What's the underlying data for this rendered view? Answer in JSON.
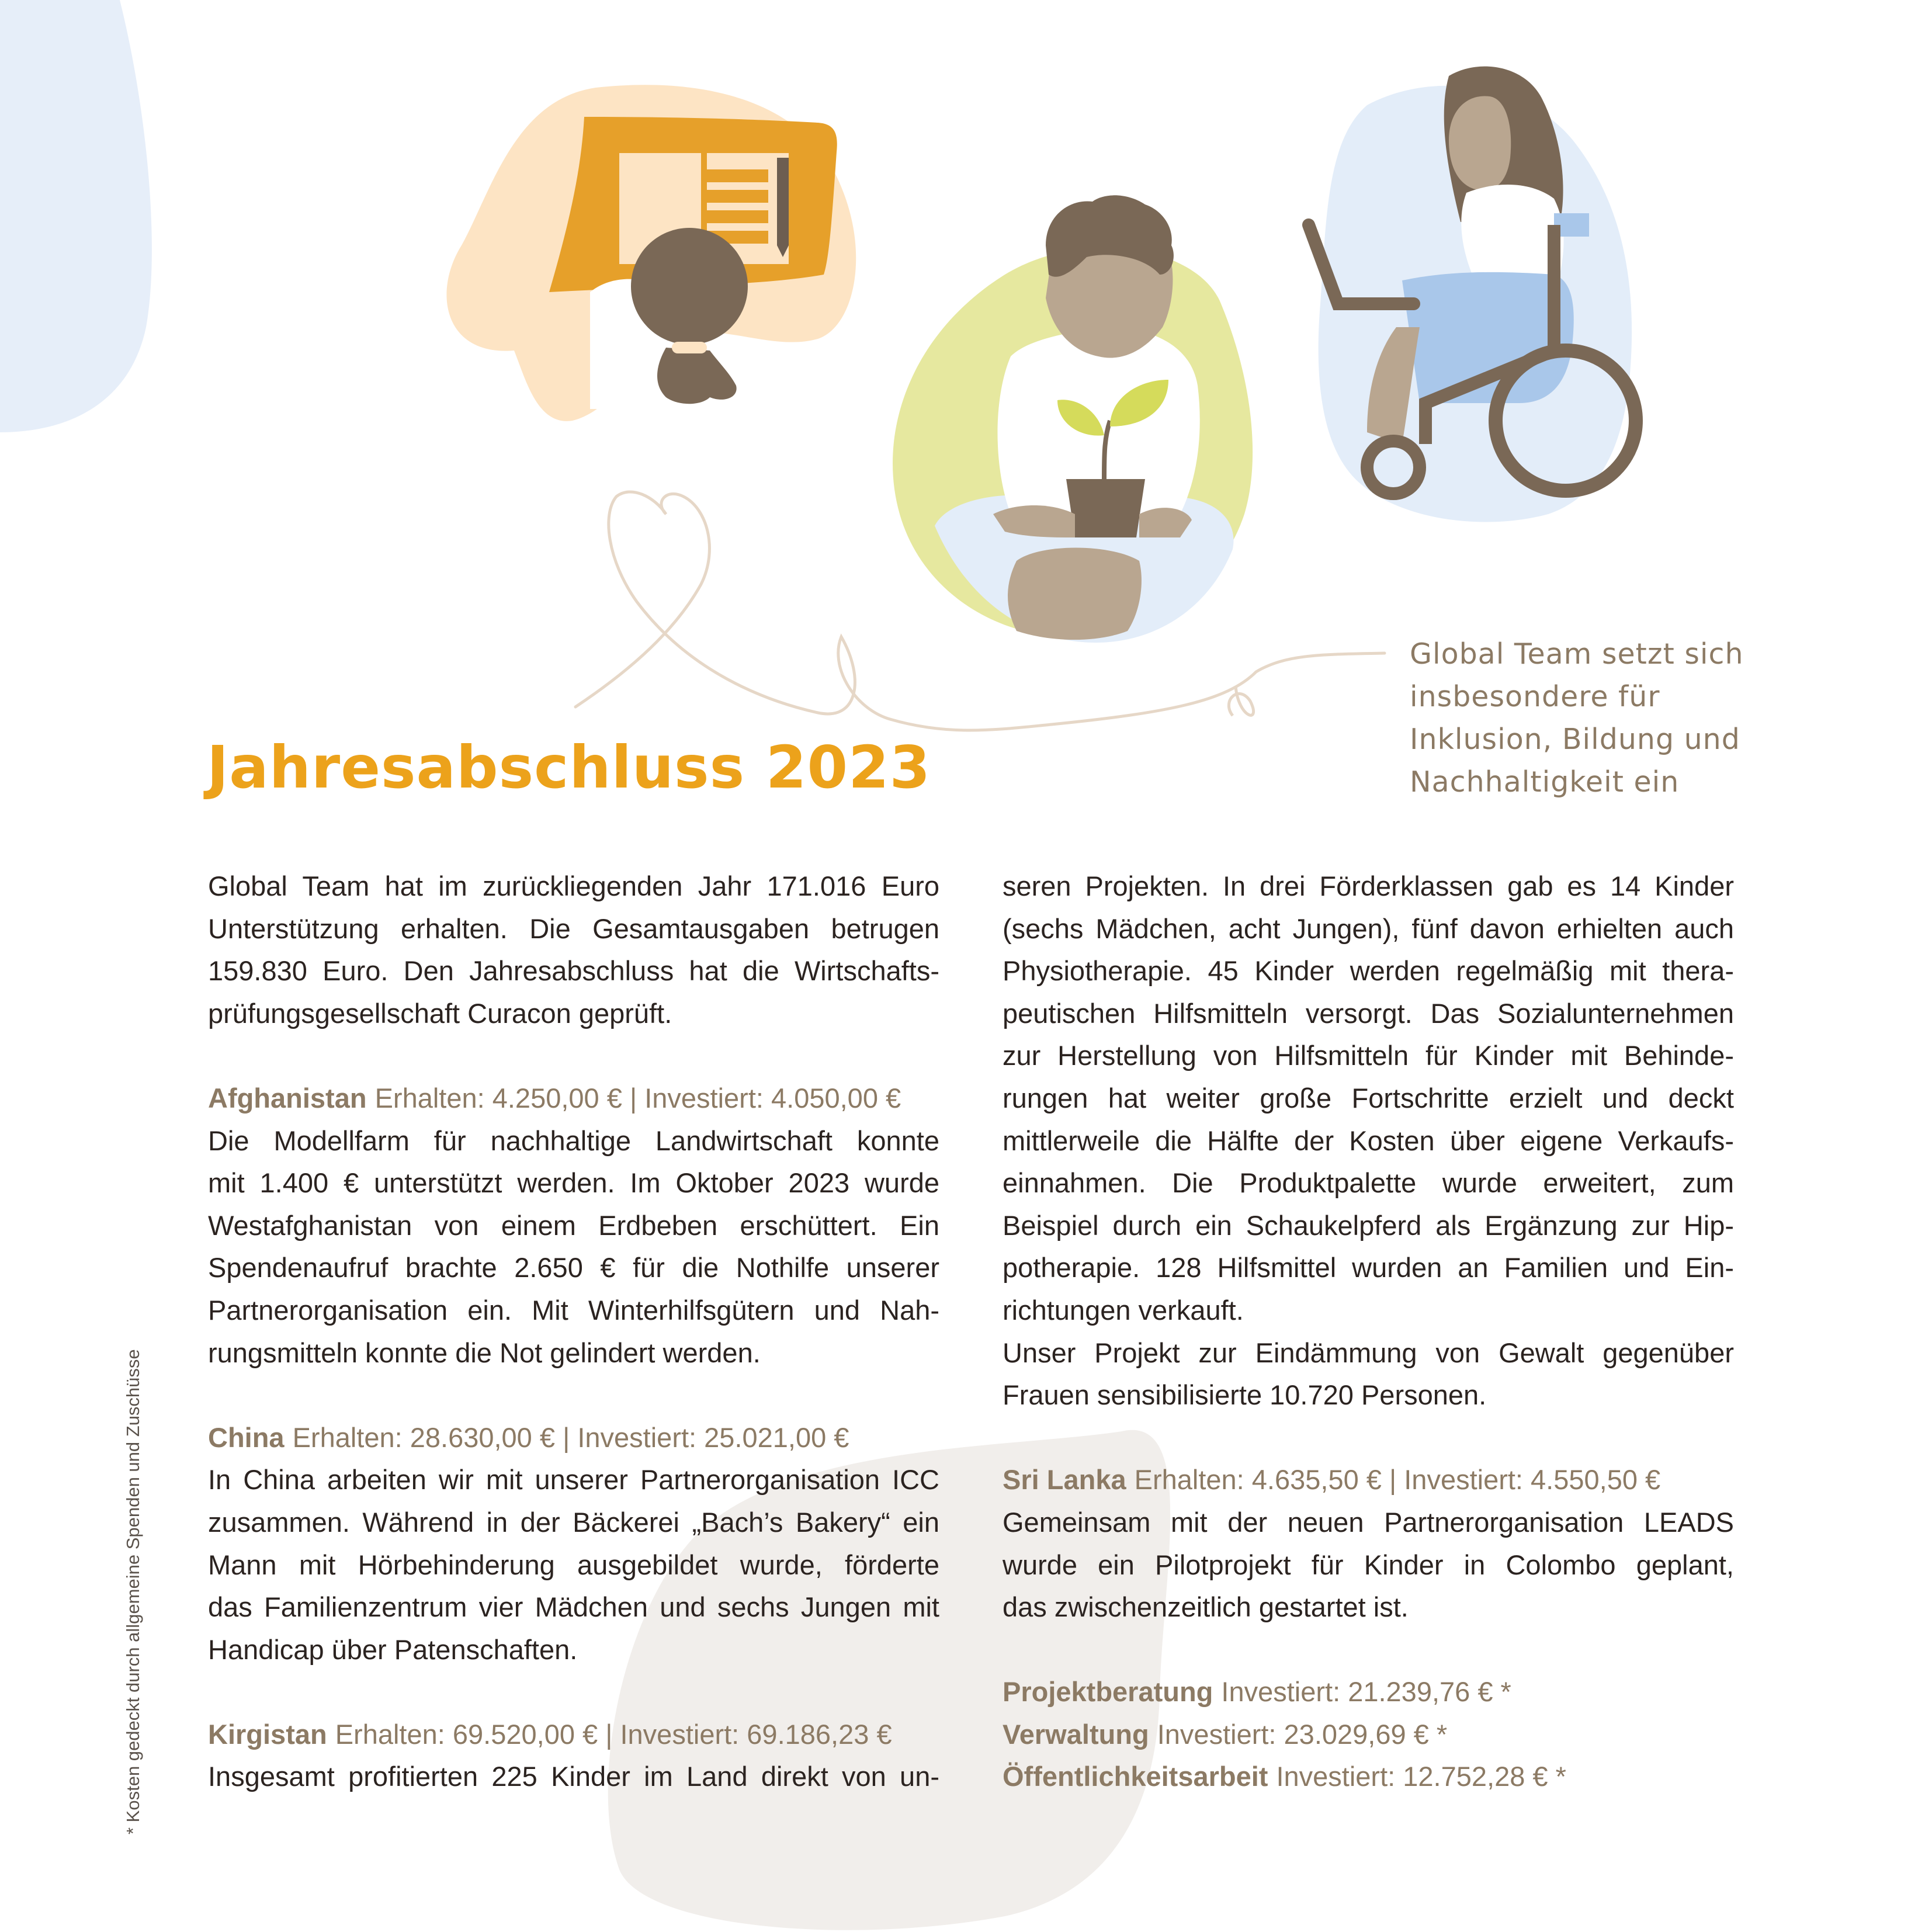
{
  "title": "Jahresabschluss 2023",
  "caption_lines": [
    "Global Team setzt sich",
    "insbesondere für",
    "Inklusion, Bildung und",
    "Nachhaltigkeit ein"
  ],
  "intro_lines": [
    "Global Team hat im zurückliegenden Jahr 171.016 Euro",
    "Unterstützung erhalten. Die Gesamtausgaben betrugen",
    "159.830 Euro. Den Jahresabschluss hat die Wirtschafts-",
    "prüfungsgesellschaft Curacon geprüft."
  ],
  "afghanistan": {
    "country": "Afghanistan",
    "amounts": "Erhalten: 4.250,00 € | Investiert: 4.050,00 €",
    "lines": [
      "Die Modellfarm für nachhaltige Landwirtschaft konnte",
      "mit 1.400 € unterstützt werden. Im Oktober 2023 wurde",
      "Westafghanistan von einem Erdbeben erschüttert. Ein",
      "Spendenaufruf brachte 2.650 € für die Nothilfe unserer",
      "Partnerorganisation ein. Mit Winterhilfsgütern und Nah-",
      "rungsmitteln konnte die Not gelindert werden."
    ]
  },
  "china": {
    "country": "China",
    "amounts": "Erhalten: 28.630,00 € | Investiert: 25.021,00 €",
    "lines": [
      "In China arbeiten wir mit unserer Partnerorganisation ICC",
      "zusammen. Während in der Bäckerei „Bach’s Bakery“ ein",
      "Mann mit Hörbehinderung ausgebildet wurde, förderte",
      "das Familienzentrum vier Mädchen und sechs Jungen mit",
      "Handicap über Patenschaften."
    ]
  },
  "kirgistan": {
    "country": "Kirgistan",
    "amounts": "Erhalten: 69.520,00 € | Investiert: 69.186,23 €",
    "lines": [
      "Insgesamt profitierten 225 Kinder im Land direkt von un-",
      "seren Projekten. In drei Förderklassen gab es 14 Kinder",
      "(sechs Mädchen, acht Jungen), fünf davon erhielten auch",
      "Physiotherapie. 45 Kinder werden regelmäßig mit thera-",
      "peutischen Hilfsmitteln versorgt. Das Sozialunternehmen",
      "zur Herstellung von Hilfsmitteln für Kinder mit Behinde-",
      "rungen hat weiter große Fortschritte erzielt und deckt",
      "mittlerweile die Hälfte der Kosten über eigene Verkaufs-",
      "einnahmen. Die Produktpalette wurde erweitert, zum",
      "Beispiel durch ein Schaukelpferd als Ergänzung zur Hip-",
      "potherapie. 128 Hilfsmittel wurden an Familien und Ein-",
      "richtungen verkauft.",
      "Unser Projekt zur Eindämmung von Gewalt gegenüber",
      "Frauen sensibilisierte 10.720 Personen."
    ]
  },
  "srilanka": {
    "country": "Sri Lanka",
    "amounts": "Erhalten: 4.635,50 € | Investiert: 4.550,50 €",
    "lines": [
      "Gemeinsam mit der neuen Partnerorganisation LEADS",
      "wurde ein Pilotprojekt für Kinder in Colombo geplant,",
      "das zwischenzeitlich gestartet ist."
    ]
  },
  "overhead": [
    {
      "label": "Projektberatung",
      "amount": "Investiert: 21.239,76 € *"
    },
    {
      "label": "Verwaltung",
      "amount": "Investiert: 23.029,69 € *"
    },
    {
      "label": "Öffentlichkeitsarbeit",
      "amount": "Investiert: 12.752,28 € *"
    }
  ],
  "footnote": "* Kosten gedeckt durch allgemeine Spenden und Zuschüsse",
  "colors": {
    "accent_orange": "#eca21b",
    "taupe": "#8c7a64",
    "text": "#2b2320",
    "light_blue": "#e3edf9",
    "pale_yellow": "#e6e89f",
    "peach": "#fde4c4",
    "beige_shape": "#f1eeeb"
  },
  "illustrations": [
    "reading-girl-illustration",
    "plant-boy-illustration",
    "wheelchair-woman-illustration",
    "heart-line-decoration"
  ]
}
